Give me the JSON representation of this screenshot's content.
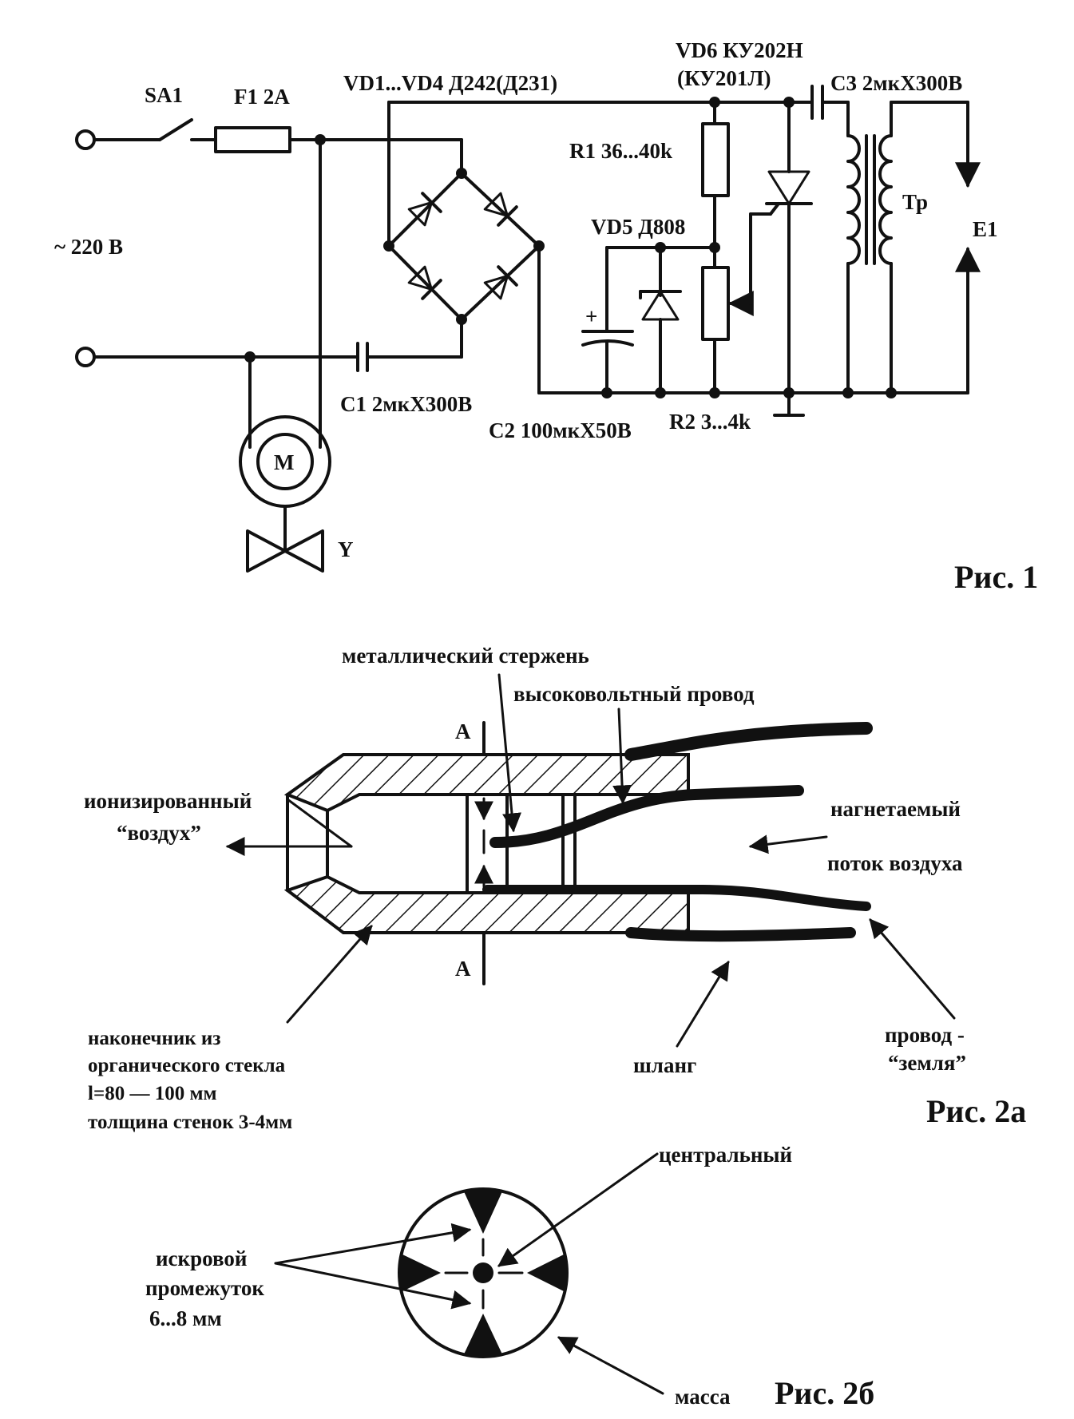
{
  "fig1": {
    "sa1": "SA1",
    "f1": "F1 2А",
    "bridge": "VD1...VD4 Д242(Д231)",
    "vd6_a": "VD6 КУ202Н",
    "vd6_b": "(КУ201Л)",
    "c3": "C3 2мкХ300В",
    "r1": "R1 36...40k",
    "vd5": "VD5 Д808",
    "mains": "~ 220 В",
    "tr": "Тр",
    "e1": "E1",
    "c1": "C1 2мкХ300В",
    "c2": "C2 100мкХ50В",
    "r2": "R2 3...4k",
    "motor": "M",
    "valve": "Y",
    "plus": "+",
    "caption": "Рис. 1"
  },
  "fig2a": {
    "rod": "металлический стержень",
    "hv_wire": "высоковольтный провод",
    "section_top": "A",
    "section_bottom": "A",
    "ionized_1": "ионизированный",
    "ionized_2": "“воздух”",
    "flow_1": "нагнетаемый",
    "flow_2": "поток воздуха",
    "tip_1": "наконечник из",
    "tip_2": "органического стекла",
    "tip_3": "l=80 — 100 мм",
    "tip_4": "толщина стенок 3-4мм",
    "hose": "шланг",
    "ground_1": "провод -",
    "ground_2": "“земля”",
    "caption": "Рис. 2а"
  },
  "fig2b": {
    "central": "центральный",
    "gap_1": "искровой",
    "gap_2": "промежуток",
    "gap_3": "6...8 мм",
    "mass": "масса",
    "caption": "Рис. 2б"
  }
}
